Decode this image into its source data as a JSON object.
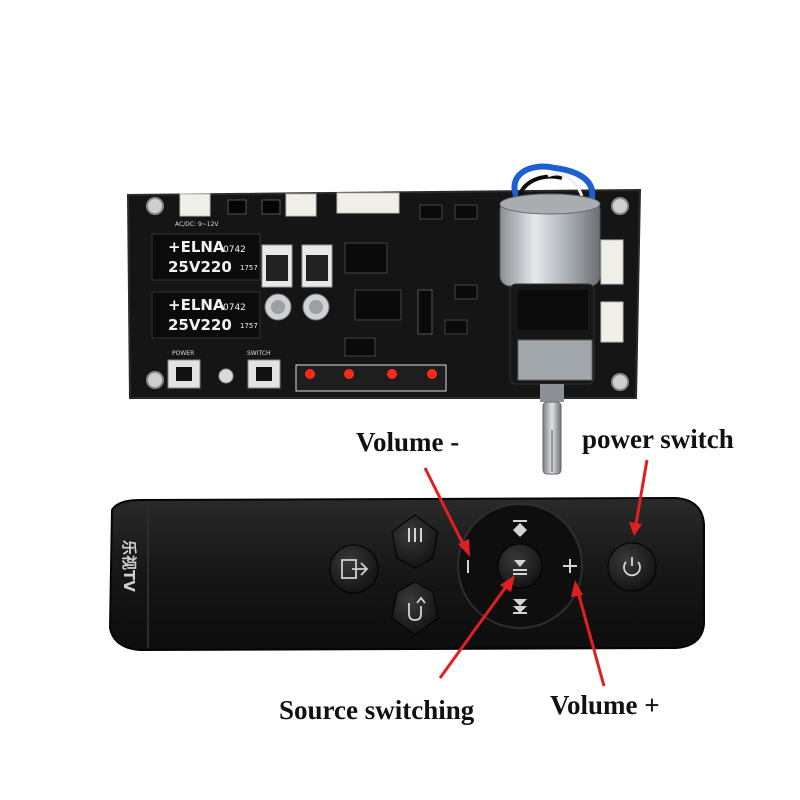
{
  "labels": {
    "volume_minus": "Volume -",
    "power_switch": "power switch",
    "source_switching": "Source switching",
    "volume_plus": "Volume +"
  },
  "board": {
    "capacitor_top": "+ELNA 0742\n25V220 1757",
    "capacitor_bottom": "+ELNA 0742\n25V220 1757",
    "power_text": "POWER",
    "switch_text": "SWITCH",
    "ac_dc_text": "AC/DC: 9~12V"
  },
  "remote": {
    "brand": "乐视TV"
  },
  "colors": {
    "arrow": "#e02020",
    "pcb": "#141414",
    "remote": "#1c1c1c",
    "led": "#ff2a1a"
  }
}
